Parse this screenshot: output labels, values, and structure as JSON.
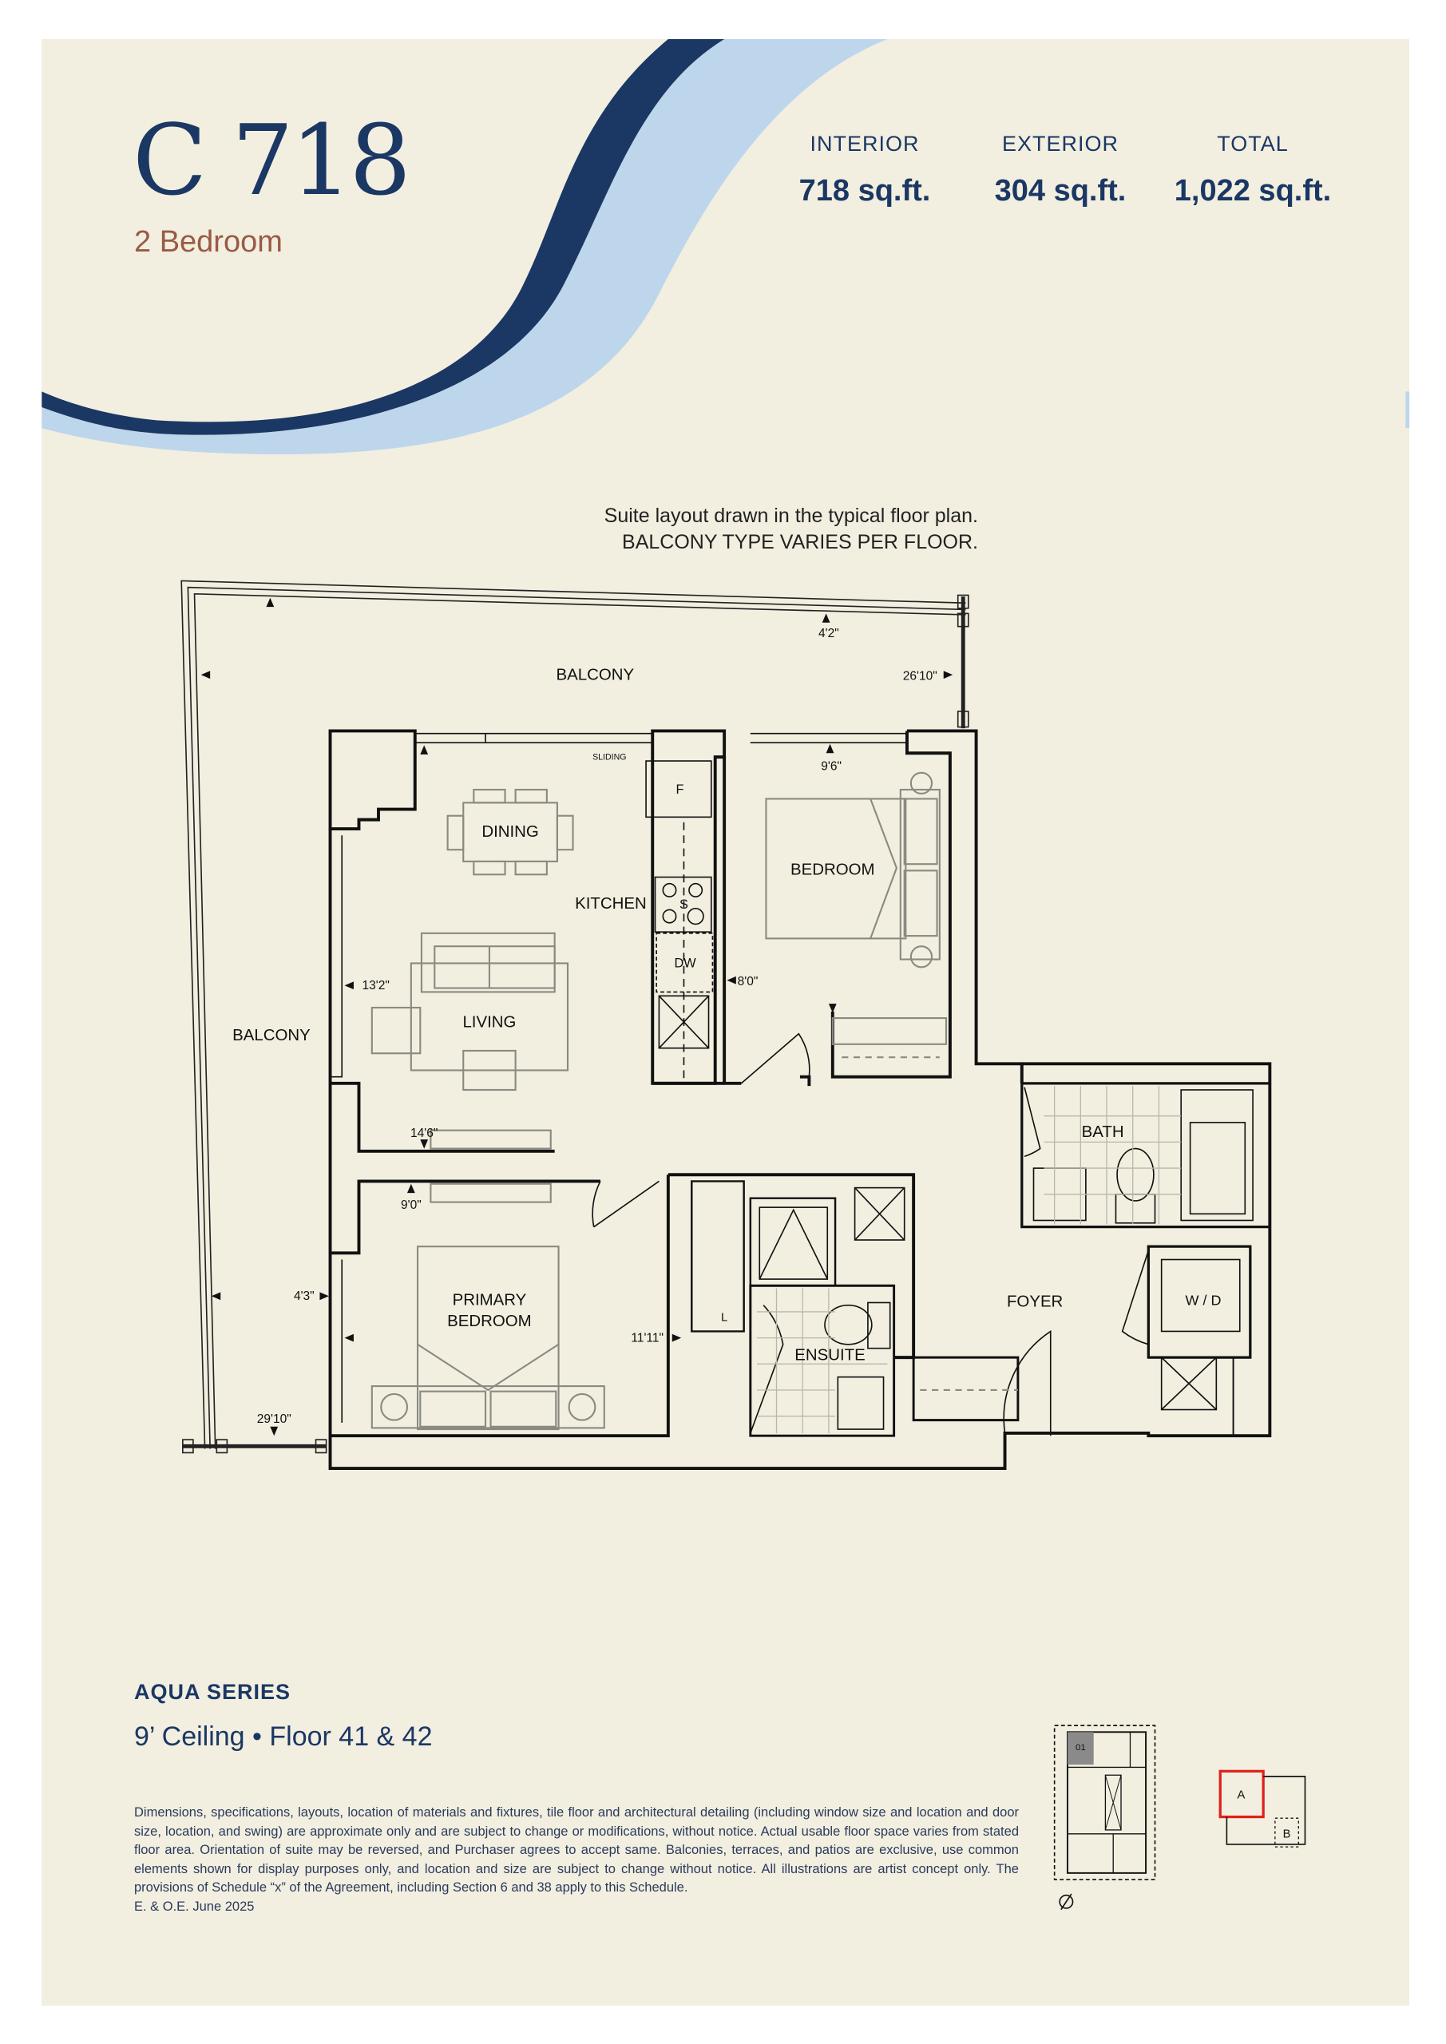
{
  "header": {
    "unit_name": "C 718",
    "bedrooms": "2 Bedroom",
    "stats": [
      {
        "label": "INTERIOR",
        "value": "718 sq.ft."
      },
      {
        "label": "EXTERIOR",
        "value": "304 sq.ft."
      },
      {
        "label": "TOTAL",
        "value": "1,022 sq.ft."
      }
    ]
  },
  "note": {
    "line1": "Suite layout drawn in the typical floor plan.",
    "line2": "BALCONY TYPE VARIES PER FLOOR."
  },
  "plan": {
    "rooms": {
      "balcony_top": "BALCONY",
      "balcony_left": "BALCONY",
      "dining": "DINING",
      "kitchen": "KITCHEN",
      "bedroom": "BEDROOM",
      "living": "LIVING",
      "bath": "BATH",
      "foyer": "FOYER",
      "primary_1": "PRIMARY",
      "primary_2": "BEDROOM",
      "ensuite": "ENSUITE",
      "wd": "W / D"
    },
    "fixtures": {
      "fridge": "F",
      "stove": "S",
      "dishwasher": "DW",
      "linen": "L",
      "sliding": "SLIDING"
    },
    "dimensions": {
      "balcony_depth": "4'2\"",
      "balcony_width": "26'10\"",
      "bedroom_width": "9'6\"",
      "living_width": "13'2\"",
      "bedroom_length": "8'0\"",
      "living_length": "14'6\"",
      "primary_width": "9'0\"",
      "side_balcony_depth": "4'3\"",
      "primary_length": "11'11\"",
      "side_balcony_length": "29'10\""
    }
  },
  "footer": {
    "series": "AQUA SERIES",
    "ceiling": "9’ Ceiling • Floor 41 & 42",
    "disclaimer": "Dimensions, specifications, layouts, location of materials and fixtures, tile floor and architectural detailing (including window size and location and door size, location, and swing) are approximate only and are subject to change or modifications, without notice. Actual usable floor space varies from stated floor area. Orientation of suite may be reversed, and Purchaser agrees to accept same. Balconies, terraces, and patios are exclusive, use common elements shown for display purposes only, and location and size are subject to change without notice. All illustrations are artist concept only. The provisions of Schedule “x” of the Agreement, including Section 6 and 38 apply to this Schedule.",
    "eoe": "E. & O.E. June 2025"
  },
  "key_plan": {
    "suite_number": "01",
    "tower_a": "A",
    "tower_b": "B"
  },
  "colors": {
    "navy": "#1b3764",
    "light_blue": "#bed6ec",
    "brown": "#9a5a45",
    "paper": "#f2efe0",
    "highlight": "#e0201c"
  }
}
